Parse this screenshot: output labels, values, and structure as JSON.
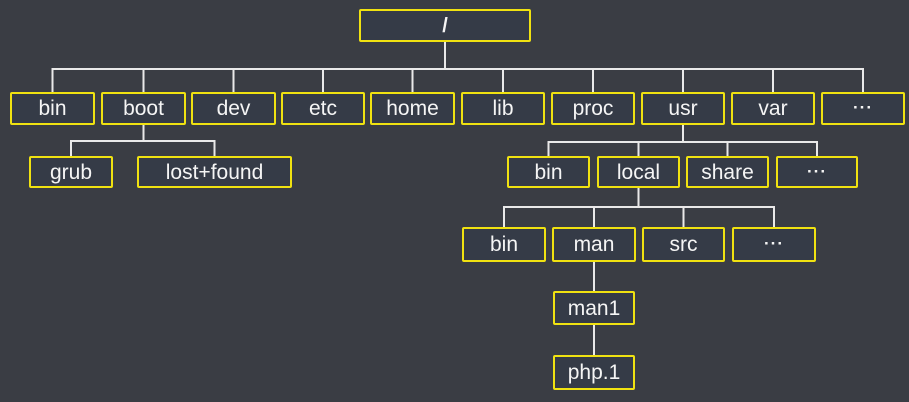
{
  "diagram_title": "filesystem-hierarchy-tree",
  "colors": {
    "background": "#3a3d44",
    "box_fill": "#353b47",
    "box_border": "#f0e211",
    "connector_line": "#e9e9e9",
    "text": "#f5f5f5"
  },
  "tree": {
    "nodes": [
      {
        "id": "root",
        "label": "/",
        "parent": null
      },
      {
        "id": "bin",
        "label": "bin",
        "parent": "root"
      },
      {
        "id": "boot",
        "label": "boot",
        "parent": "root"
      },
      {
        "id": "dev",
        "label": "dev",
        "parent": "root"
      },
      {
        "id": "etc",
        "label": "etc",
        "parent": "root"
      },
      {
        "id": "home",
        "label": "home",
        "parent": "root"
      },
      {
        "id": "lib",
        "label": "lib",
        "parent": "root"
      },
      {
        "id": "proc",
        "label": "proc",
        "parent": "root"
      },
      {
        "id": "usr",
        "label": "usr",
        "parent": "root"
      },
      {
        "id": "var",
        "label": "var",
        "parent": "root"
      },
      {
        "id": "root-ellipsis",
        "label": "···",
        "parent": "root"
      },
      {
        "id": "grub",
        "label": "grub",
        "parent": "boot"
      },
      {
        "id": "lost-found",
        "label": "lost+found",
        "parent": "boot"
      },
      {
        "id": "usr-bin",
        "label": "bin",
        "parent": "usr"
      },
      {
        "id": "usr-local",
        "label": "local",
        "parent": "usr"
      },
      {
        "id": "usr-share",
        "label": "share",
        "parent": "usr"
      },
      {
        "id": "usr-ellipsis",
        "label": "···",
        "parent": "usr"
      },
      {
        "id": "local-bin",
        "label": "bin",
        "parent": "usr-local"
      },
      {
        "id": "local-man",
        "label": "man",
        "parent": "usr-local"
      },
      {
        "id": "local-src",
        "label": "src",
        "parent": "usr-local"
      },
      {
        "id": "local-ellipsis",
        "label": "···",
        "parent": "usr-local"
      },
      {
        "id": "man1",
        "label": "man1",
        "parent": "local-man"
      },
      {
        "id": "php1",
        "label": "php.1",
        "parent": "man1"
      }
    ]
  }
}
